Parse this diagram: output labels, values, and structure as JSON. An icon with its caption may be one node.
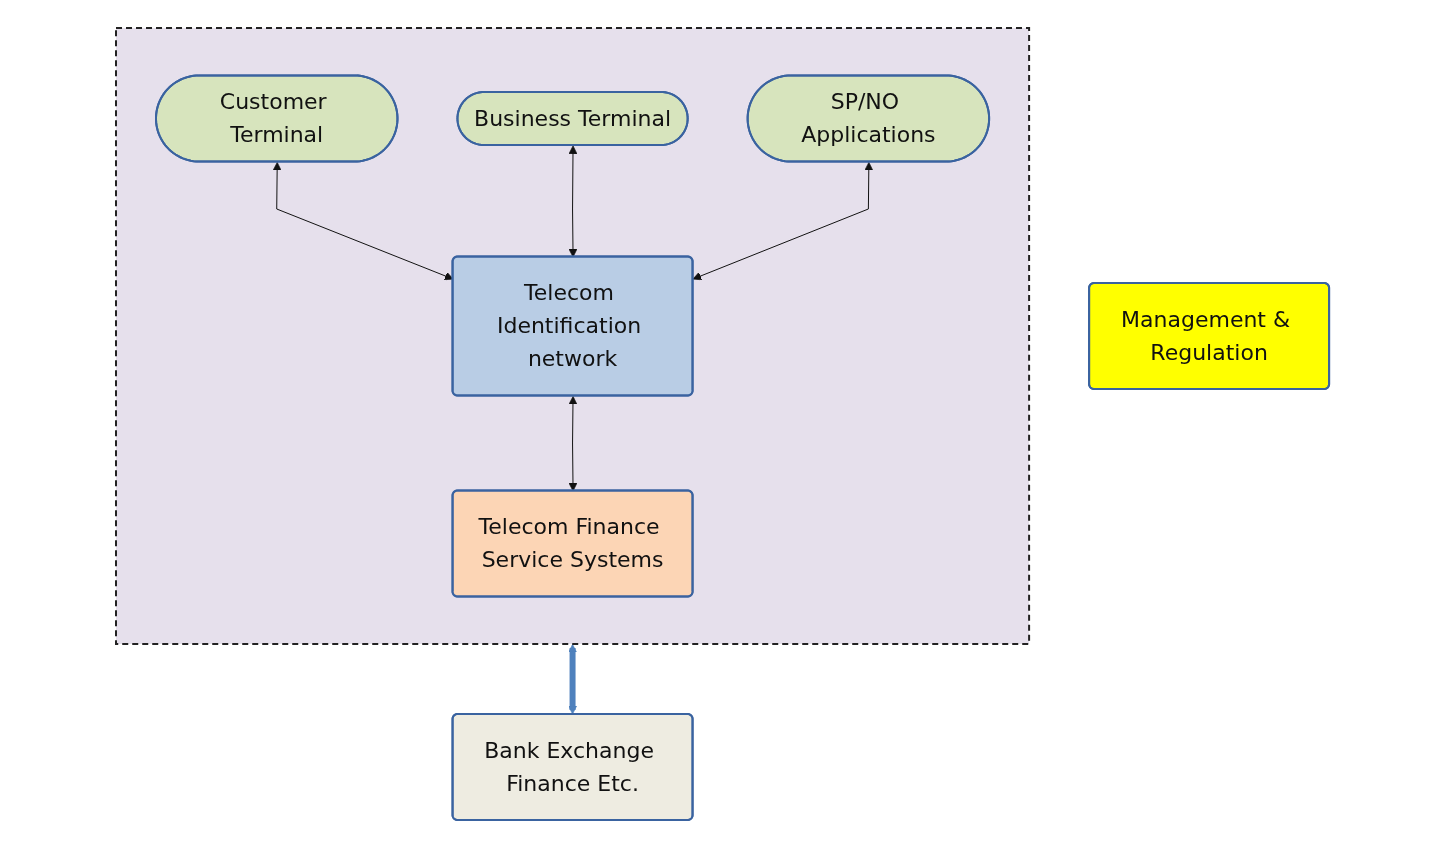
{
  "diagram": {
    "nodes": [
      {
        "text": [],
        "shape": "box"
      },
      {
        "text": [
          "Customer Terminal"
        ],
        "in": 0
      },
      {
        "text": [
          "Business Terminal"
        ],
        "in": 0
      },
      {
        "text": [
          "SP/NO Applications"
        ],
        "in": 0
      },
      {
        "text": [
          "Telecom Identification network"
        ],
        "in": 0
      },
      {
        "text": [
          "Telecom Finance Service Systems"
        ],
        "in": 0
      },
      {
        "text": [
          "Bank Exchange Finance Etc."
        ]
      },
      {
        "text": [
          "Management & Regulation"
        ]
      }
    ],
    "edges": [
      {
        "from": 1,
        "to": 4,
        "arrow": "both"
      },
      {
        "from": 2,
        "to": 4,
        "arrow": "both"
      },
      {
        "from": 3,
        "to": 4,
        "arrow": "both"
      },
      {
        "from": 4,
        "to": 5,
        "arrow": "both"
      },
      {
        "from": 0,
        "to": 6,
        "arrow": "both",
        "style": "thick",
        "color": "#4f81bd"
      }
    ]
  }
}
